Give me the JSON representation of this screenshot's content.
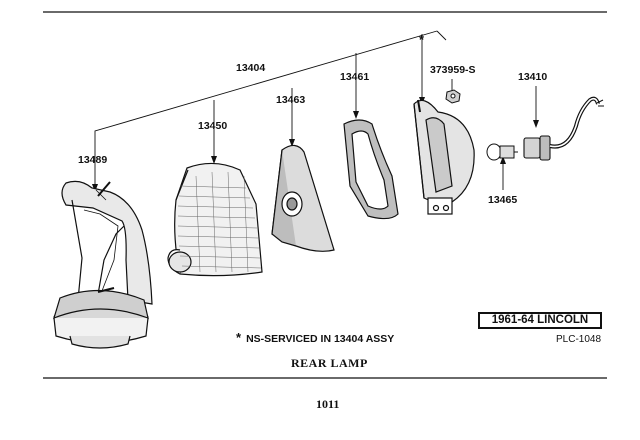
{
  "callouts": {
    "assy": "13404",
    "lens": "13450",
    "body": "13489",
    "reflector": "13463",
    "gasket": "13461",
    "nut": "373959-S",
    "socket": "13410",
    "bulb": "13465",
    "ns_mark": "*"
  },
  "note": {
    "star": "*",
    "text": "NS-SERVICED IN 13404 ASSY"
  },
  "title": "REAR LAMP",
  "model": "1961-64 LINCOLN",
  "plate": "PLC-1048",
  "page_number": "1011"
}
